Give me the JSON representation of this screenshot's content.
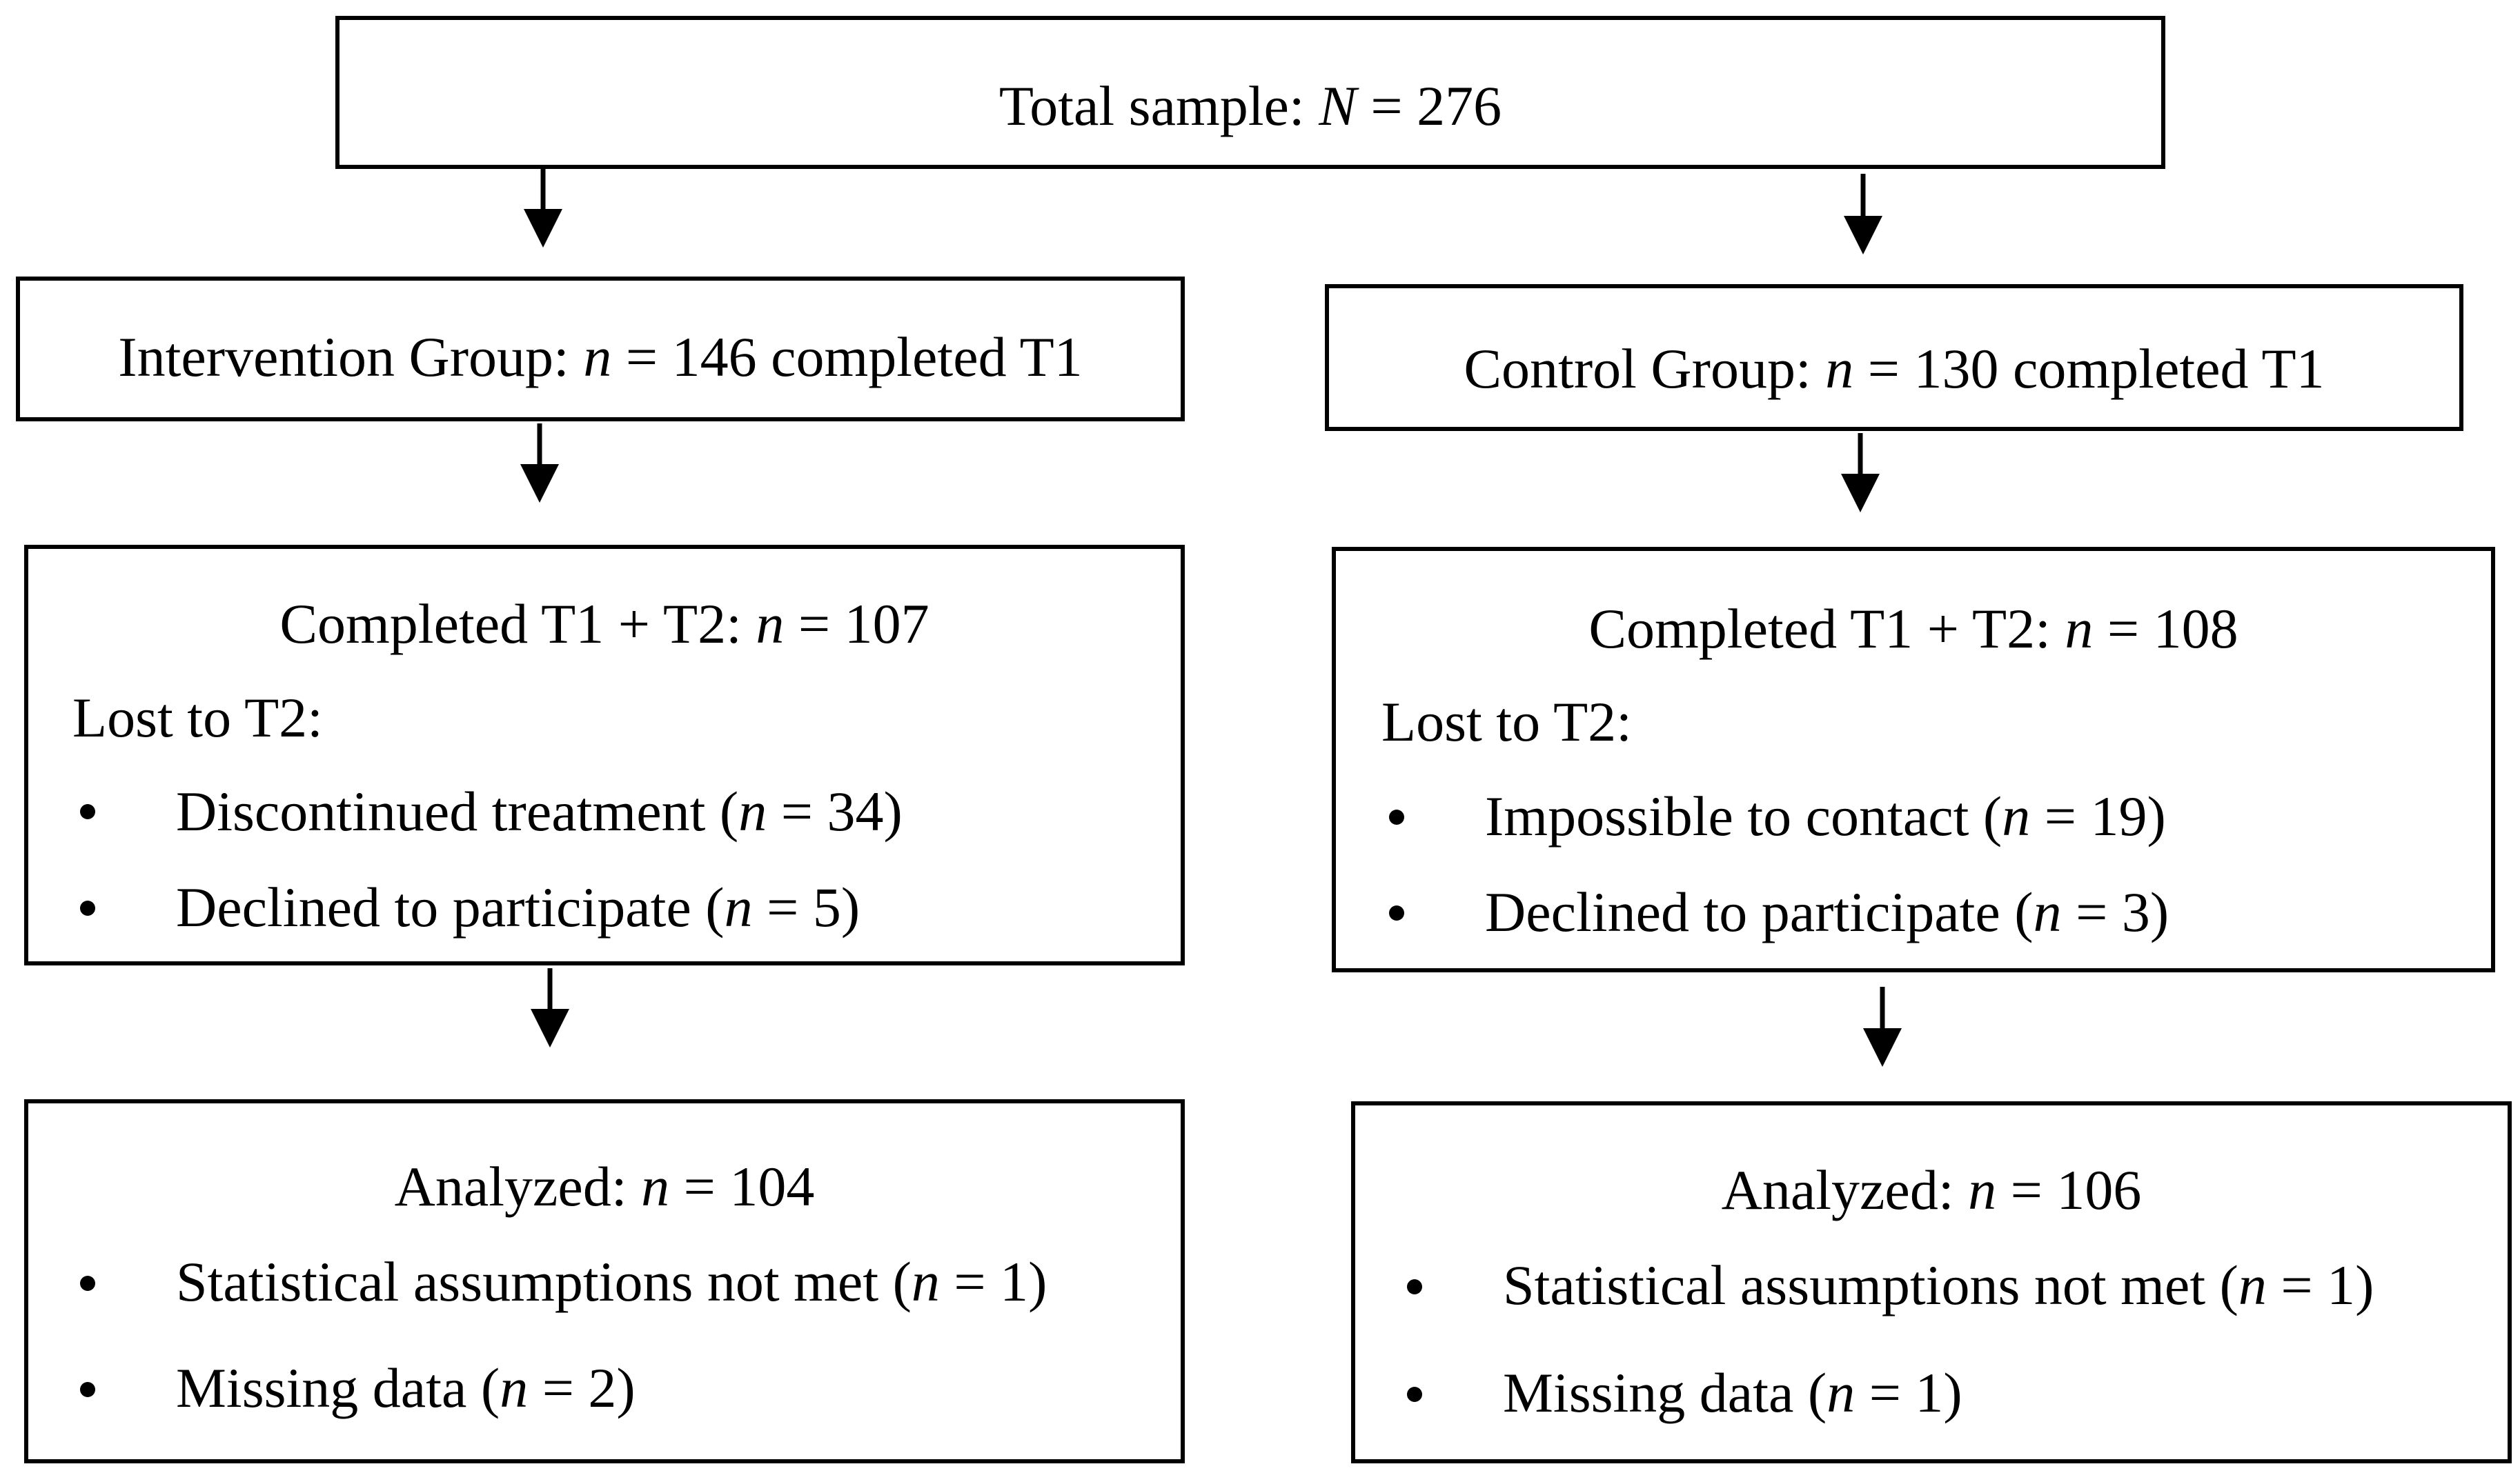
{
  "total": {
    "label": "Total sample: ",
    "var": "N",
    "value": " = 276"
  },
  "intervention": {
    "group": {
      "label": "Intervention Group: ",
      "var": "n",
      "value": " = 146 completed T1"
    },
    "completed": {
      "label": "Completed T1 + T2: ",
      "var": "n",
      "value": " = 107"
    },
    "lost_heading": "Lost to T2:",
    "lost_items": [
      {
        "label": "Discontinued treatment (",
        "var": "n",
        "value": " = 34)"
      },
      {
        "label": "Declined to participate (",
        "var": "n",
        "value": " = 5)"
      }
    ],
    "analyzed": {
      "label": "Analyzed: ",
      "var": "n",
      "value": " = 104"
    },
    "analyzed_items": [
      {
        "label": "Statistical assumptions not met (",
        "var": "n",
        "value": " = 1)"
      },
      {
        "label": "Missing data (",
        "var": "n",
        "value": " = 2)"
      }
    ]
  },
  "control": {
    "group": {
      "label": "Control Group: ",
      "var": "n",
      "value": " = 130 completed T1"
    },
    "completed": {
      "label": "Completed T1 + T2: ",
      "var": "n",
      "value": " = 108"
    },
    "lost_heading": "Lost to T2:",
    "lost_items": [
      {
        "label": "Impossible to contact (",
        "var": "n",
        "value": " = 19)"
      },
      {
        "label": "Declined to participate (",
        "var": "n",
        "value": " = 3)"
      }
    ],
    "analyzed": {
      "label": "Analyzed: ",
      "var": "n",
      "value": " = 106"
    },
    "analyzed_items": [
      {
        "label": "Statistical assumptions not met (",
        "var": "n",
        "value": " = 1)"
      },
      {
        "label": "Missing data (",
        "var": "n",
        "value": " = 1)"
      }
    ]
  }
}
